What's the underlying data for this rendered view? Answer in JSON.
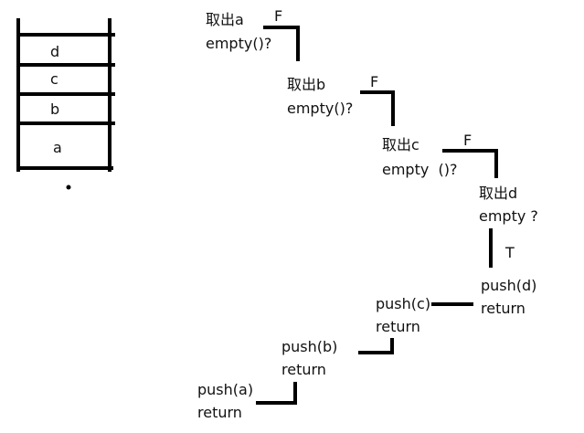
{
  "stack": {
    "items": [
      "d",
      "c",
      "b",
      "a"
    ]
  },
  "steps": {
    "pop_a": {
      "line1": "取出a",
      "line2": "empty()?",
      "flag": "F"
    },
    "pop_b": {
      "line1": "取出b",
      "line2": "empty()?",
      "flag": "F"
    },
    "pop_c": {
      "line1": "取出c",
      "line2": "empty  ()?",
      "flag": "F"
    },
    "pop_d": {
      "line1": "取出d",
      "line2": "empty ?",
      "flag": "T"
    },
    "push_d": {
      "line1": "push(d)",
      "line2": "return"
    },
    "push_c": {
      "line1": "push(c)",
      "line2": "return"
    },
    "push_b": {
      "line1": "push(b)",
      "line2": "return"
    },
    "push_a": {
      "line1": "push(a)",
      "line2": "return"
    }
  }
}
